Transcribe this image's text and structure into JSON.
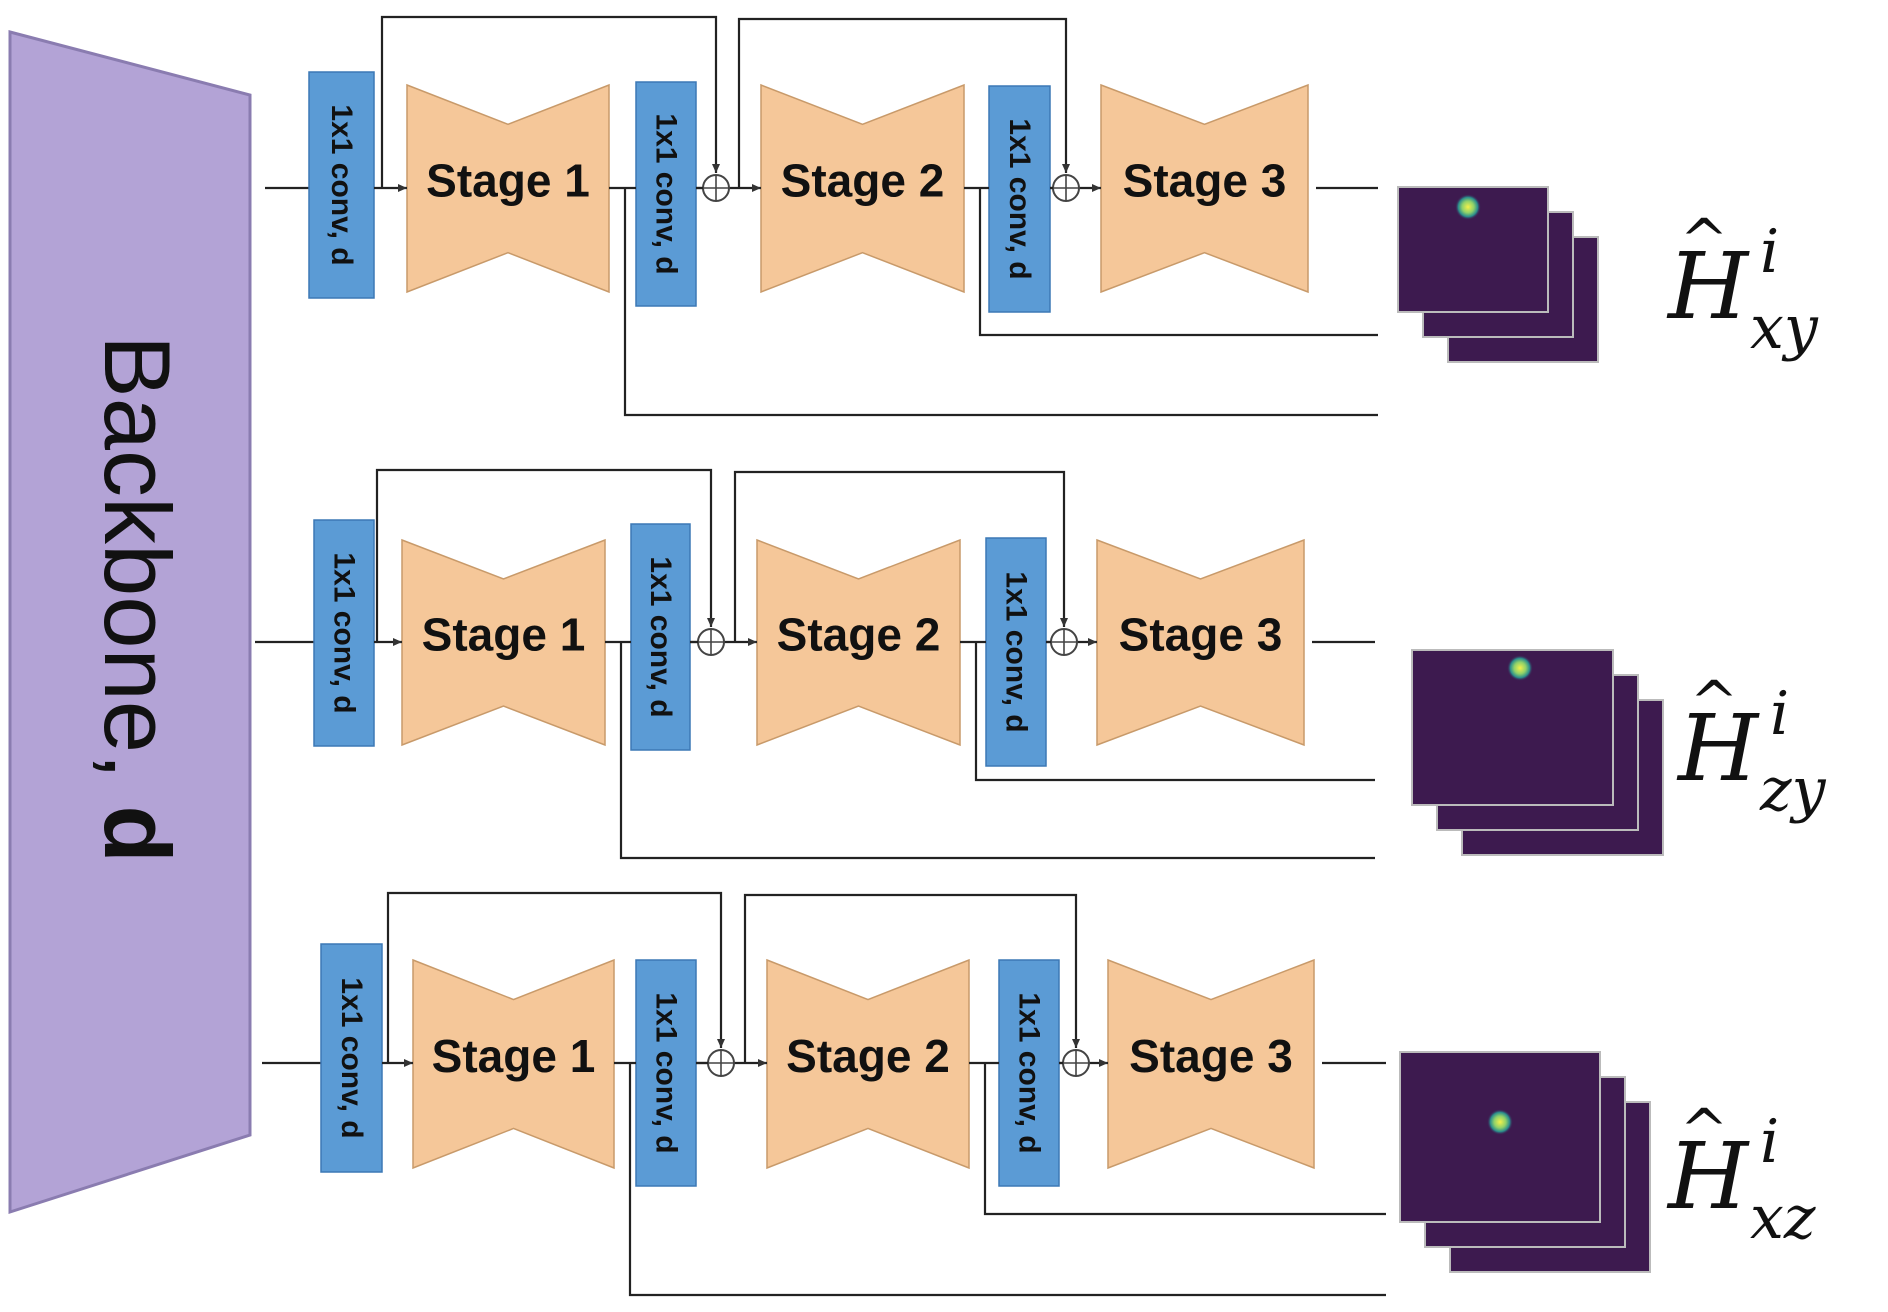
{
  "backbone": {
    "label": "Backbone, ",
    "label_bold": "d",
    "color": "#b3a3d6"
  },
  "conv_label": "1x1 conv, d",
  "stage_labels": [
    "Stage 1",
    "Stage 2",
    "Stage 3"
  ],
  "colors": {
    "conv": "#5b9bd5",
    "stage": "#f5c799",
    "heatmap": "#3d1a4f",
    "heatmap_spot": "#f4e842"
  },
  "branches": [
    {
      "id": "xy",
      "output_base": "H",
      "output_hat": "^",
      "output_sup": "i",
      "output_sub": "xy"
    },
    {
      "id": "zy",
      "output_base": "H",
      "output_hat": "^",
      "output_sup": "i",
      "output_sub": "zy"
    },
    {
      "id": "xz",
      "output_base": "H",
      "output_hat": "^",
      "output_sup": "i",
      "output_sub": "xz"
    }
  ]
}
